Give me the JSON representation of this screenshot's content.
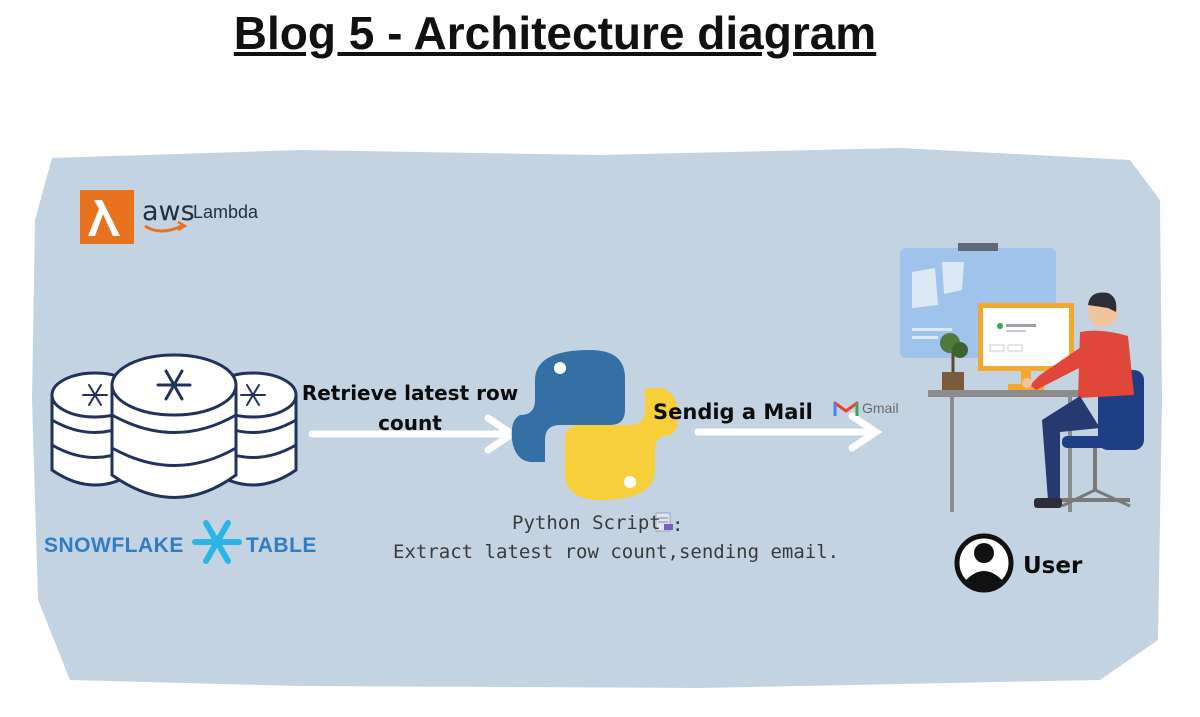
{
  "title": "Blog 5 - Architecture diagram",
  "aws": {
    "brand": "aws",
    "service": "Lambda",
    "color": "#e8731e"
  },
  "snowflake": {
    "left_text": "SNOWFLAKE",
    "right_text": "TABLE",
    "color": "#2f7dc4"
  },
  "arrow_retrieve": {
    "label": "Retrieve latest row count"
  },
  "python": {
    "title": "Python Script",
    "description": "Extract latest row count,sending email."
  },
  "arrow_mail": {
    "label": "Sendig a Mail"
  },
  "gmail": {
    "label": "Gmail"
  },
  "user": {
    "label": "User"
  },
  "colors": {
    "canvas": "#c4d3e2",
    "arrow": "#ffffff",
    "python_blue": "#3570a4",
    "python_yellow": "#f7cf3b"
  }
}
